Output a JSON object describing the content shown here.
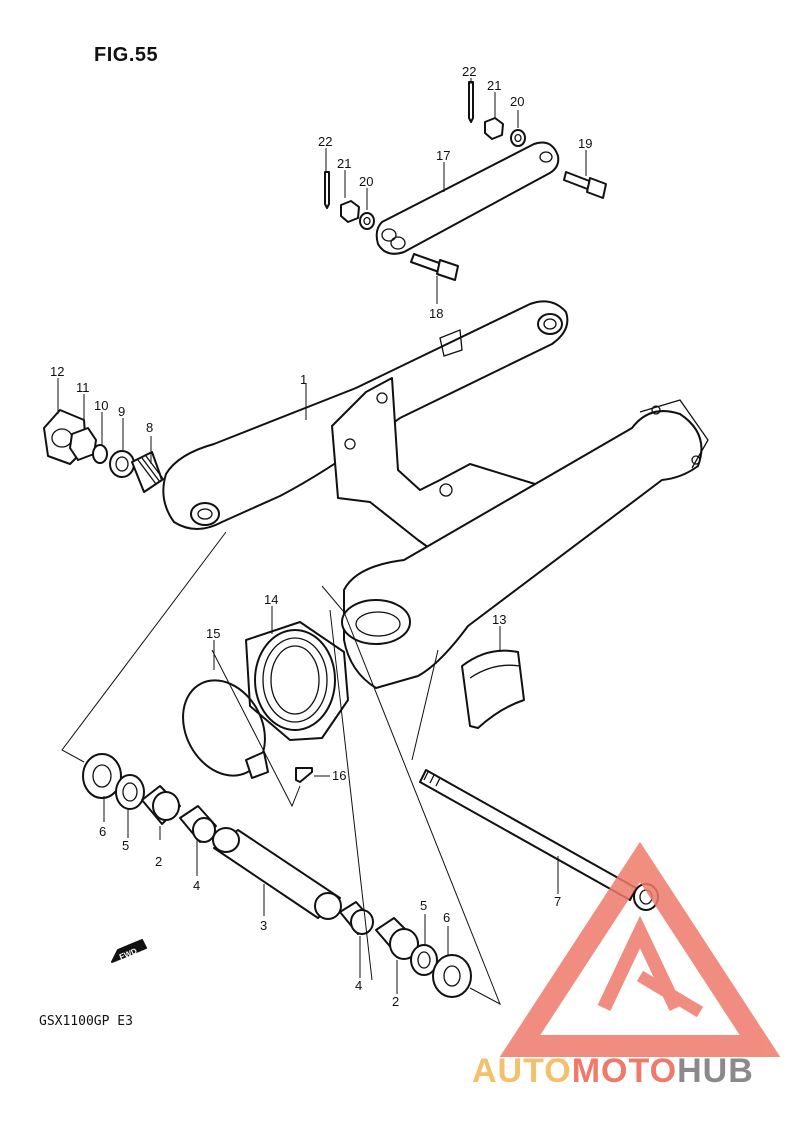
{
  "figure": {
    "title": "FIG.55",
    "model": "GSX1100GP  E3"
  },
  "fwd_label": "FWD",
  "callouts": [
    "1",
    "2",
    "2",
    "3",
    "4",
    "4",
    "5",
    "5",
    "6",
    "6",
    "7",
    "8",
    "9",
    "10",
    "11",
    "12",
    "13",
    "14",
    "15",
    "16",
    "17",
    "18",
    "19",
    "20",
    "20",
    "21",
    "21",
    "22",
    "22"
  ],
  "watermark": {
    "part1": "AUTO",
    "part2": "MOTO",
    "part3": "HUB",
    "color_primary": "#ef7a6a",
    "color_secondary": "#f5c06b",
    "color_tail": "#8a8a8a"
  }
}
